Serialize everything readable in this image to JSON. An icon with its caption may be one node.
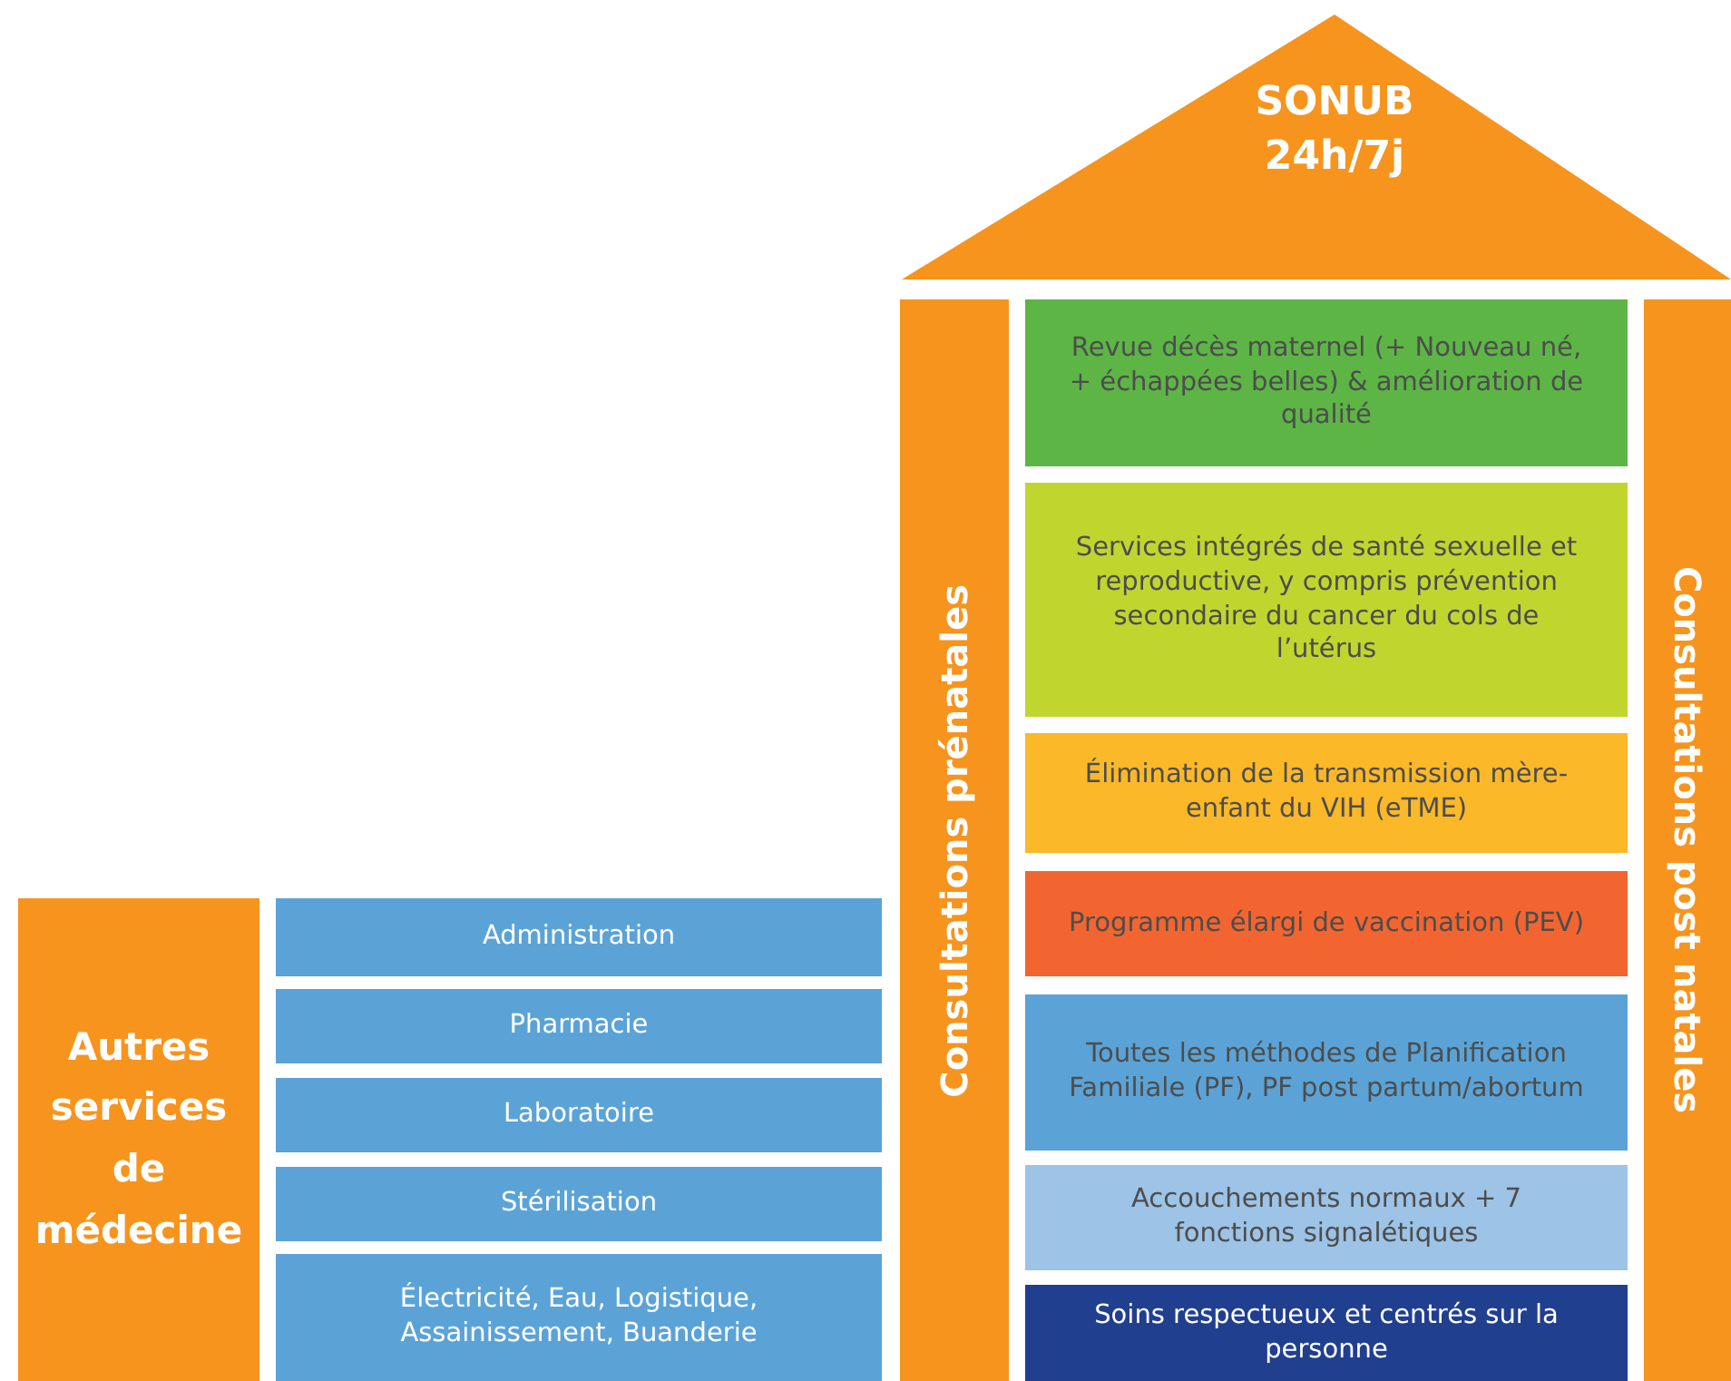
{
  "diagram": {
    "nodes": [
      {
        "text": [
          "SONUB 24h/7j"
        ]
      },
      {
        "text": [
          "Consultations prénatales"
        ]
      },
      {
        "text": [
          "Revue décès maternel (+ Nouveau né, + échappées belles) & amélioration de qualité"
        ]
      },
      {
        "text": [
          "Services intégrés de santé sexuelle et reproductive, y compris prévention secondaire du cancer du cols de l’utérus"
        ]
      },
      {
        "text": [
          "Élimination de la transmission mère-enfant du VIH (eTME)"
        ]
      },
      {
        "text": [
          "Programme élargi de vaccination (PEV)"
        ]
      },
      {
        "text": [
          "Toutes les méthodes de Planification Familiale (PF), PF post partum/abortum"
        ]
      },
      {
        "text": [
          "Accouchements normaux + 7 fonctions signalétiques"
        ]
      },
      {
        "text": [
          "Soins respectueux et centrés sur la personne"
        ]
      },
      {
        "text": [
          "Consultations post natales"
        ]
      },
      {
        "text": [
          "Autres services de médecine"
        ]
      },
      {
        "text": [
          "Administration"
        ]
      },
      {
        "text": [
          "Pharmacie"
        ]
      },
      {
        "text": [
          "Laboratoire"
        ]
      },
      {
        "text": [
          "Stérilisation"
        ]
      },
      {
        "text": [
          "Électricité, Eau, Logistique, Assainissement, Buanderie"
        ]
      }
    ]
  }
}
